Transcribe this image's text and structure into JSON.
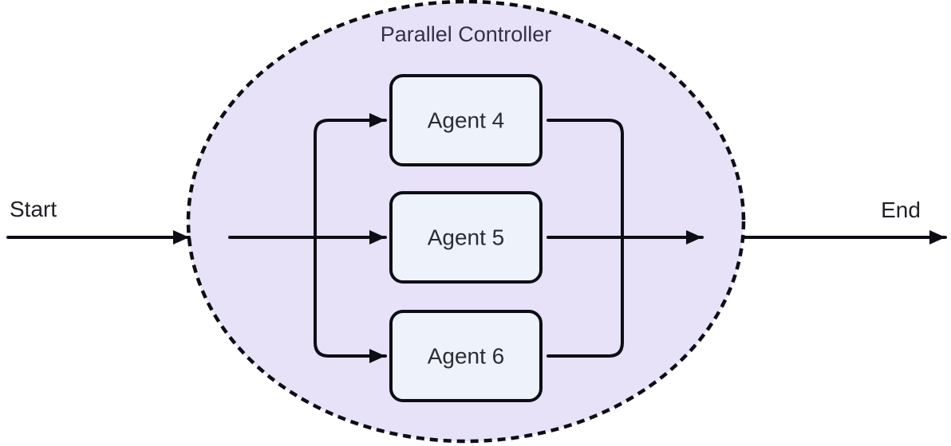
{
  "diagram": {
    "title": "Parallel Controller",
    "start_label": "Start",
    "end_label": "End",
    "agents": [
      {
        "id": "agent-4",
        "label": "Agent 4"
      },
      {
        "id": "agent-5",
        "label": "Agent 5"
      },
      {
        "id": "agent-6",
        "label": "Agent 6"
      }
    ],
    "colors": {
      "controller_fill": "#e7e2f7",
      "controller_border": "#0d0d15",
      "agent_fill": "#eef3fb",
      "agent_border": "#0d0d15",
      "arrow": "#0d0d15",
      "title_text": "#34304a",
      "label_text": "#202027"
    }
  }
}
